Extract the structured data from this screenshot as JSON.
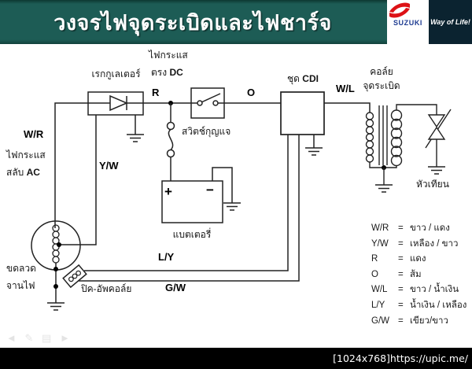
{
  "header": {
    "title": "วงจรไฟจุดระเบิดและไฟชาร์จ",
    "brand": "SUZUKI",
    "tagline": "Way of Life!"
  },
  "diagram": {
    "labels": {
      "regulator": "เรกกูเลเตอร์",
      "dc_line1": "ไฟกระแส",
      "dc_line2_text": "ตรง",
      "dc_line2_code": "DC",
      "ac_line1": "ไฟกระแส",
      "ac_line2_text": "สลับ",
      "ac_line2_code": "AC",
      "key_switch": "สวิตช์กุญแจ",
      "cdi_text": "ชุด",
      "cdi_code": "CDI",
      "coil_line1": "คอล์ย",
      "coil_line2": "จุดระเบิด",
      "battery": "แบตเตอรี่",
      "battery_plus": "+",
      "battery_minus": "−",
      "magneto_line1": "ขดลวด",
      "magneto_line2": "จานไฟ",
      "pickup_coil": "ปิค-อัพคอล์ย",
      "spark_plug": "หัวเทียน"
    },
    "wires": {
      "wr": "W/R",
      "yw": "Y/W",
      "r": "R",
      "o": "O",
      "wl": "W/L",
      "ly": "L/Y",
      "gw": "G/W"
    },
    "legend_eq": "=",
    "legend": [
      {
        "code": "W/R",
        "name": "ขาว / แดง"
      },
      {
        "code": "Y/W",
        "name": "เหลือง / ขาว"
      },
      {
        "code": "R",
        "name": "แดง"
      },
      {
        "code": "O",
        "name": "ส้ม"
      },
      {
        "code": "W/L",
        "name": "ขาว / น้ำเงิน"
      },
      {
        "code": "L/Y",
        "name": "น้ำเงิน / เหลือง"
      },
      {
        "code": "G/W",
        "name": "เขียว/ขาว"
      }
    ]
  },
  "nav": {
    "back_icon": "◄",
    "pen_icon": "✎",
    "menu_icon": "▤",
    "next_icon": "►"
  },
  "footer": {
    "caption": "[1024x768]https://upic.me/"
  },
  "colors": {
    "header_teal": "#1d5c55",
    "suzuki_red": "#dd1216",
    "suzuki_blue": "#1d3b91",
    "tagline_bg": "#0b2330",
    "footer_bg": "#000000"
  }
}
